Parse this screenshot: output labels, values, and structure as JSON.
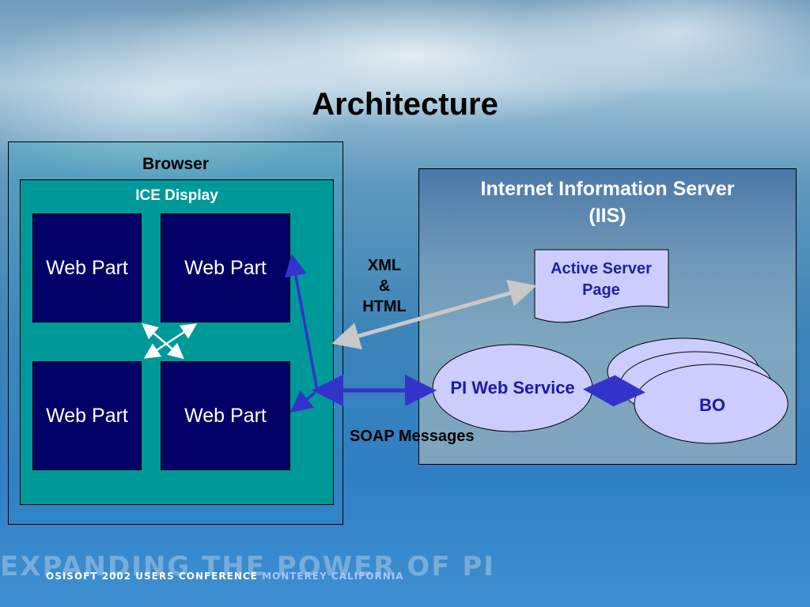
{
  "title": "Architecture",
  "browser": {
    "label": "Browser",
    "ice_display": {
      "label": "ICE Display",
      "web_parts": [
        "Web Part",
        "Web Part",
        "Web Part",
        "Web Part"
      ]
    }
  },
  "iis": {
    "title_line1": "Internet Information Server",
    "title_line2": "(IIS)",
    "active_server_page": {
      "line1": "Active Server",
      "line2": "Page"
    },
    "pi_web_service": "PI Web Service",
    "bo": "BO"
  },
  "connectors": {
    "xml_line1": "XML",
    "xml_line2": "&",
    "xml_line3": "HTML",
    "soap": "SOAP Messages"
  },
  "footer": {
    "banner": "EXPANDING THE POWER OF PI",
    "conference": "OSISOFT 2002 USERS CONFERENCE",
    "location": "MONTEREY CALIFORNIA"
  },
  "colors": {
    "web_part_fill": "#000066",
    "ice_panel_fill": "#009999",
    "shape_fill": "#ccccff",
    "connector_blue": "#3333cc",
    "connector_gray": "#c0c0c0"
  }
}
